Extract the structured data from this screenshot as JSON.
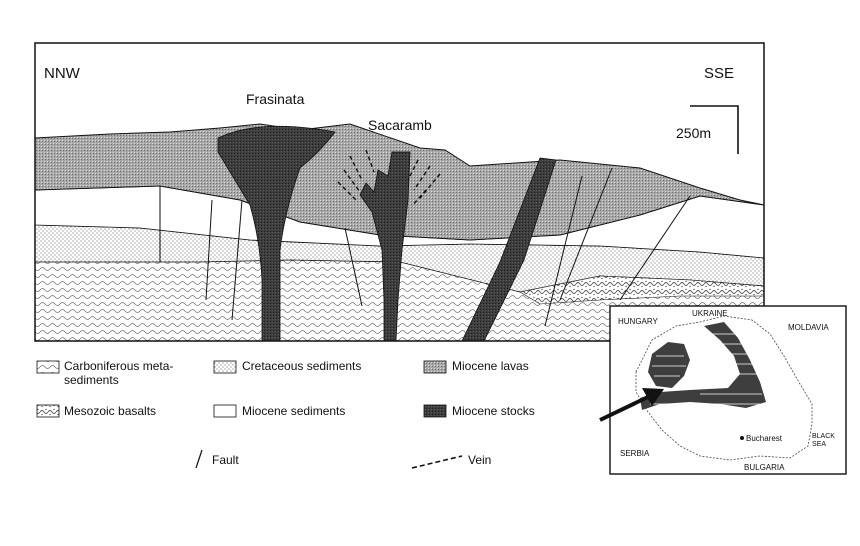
{
  "section": {
    "direction_left": "NNW",
    "direction_right": "SSE",
    "locality_1": "Frasinata",
    "locality_2": "Sacaramb",
    "scale_label": "250m"
  },
  "legend": {
    "items": [
      {
        "key": "carbon",
        "label_line1": "Carboniferous meta-",
        "label_line2": "sediments"
      },
      {
        "key": "creta",
        "label": "Cretaceous sediments"
      },
      {
        "key": "lavas",
        "label": "Miocene lavas"
      },
      {
        "key": "basalts",
        "label": "Mesozoic basalts"
      },
      {
        "key": "msed",
        "label": "Miocene sediments"
      },
      {
        "key": "stocks",
        "label": "Miocene stocks"
      }
    ],
    "fault_label": "Fault",
    "vein_label": "Vein"
  },
  "inset": {
    "labels": {
      "hungary": "HUNGARY",
      "ukraine": "UKRAINE",
      "moldavia": "MOLDAVIA",
      "bucharest": "Bucharest",
      "black_sea_1": "BLACK",
      "black_sea_2": "SEA",
      "serbia": "SERBIA",
      "bulgaria": "BULGARIA"
    }
  },
  "colors": {
    "stock": "#3a3a3a",
    "lava": "#9a9a9a",
    "miocene_sediment": "#ffffff",
    "line": "#111111"
  }
}
